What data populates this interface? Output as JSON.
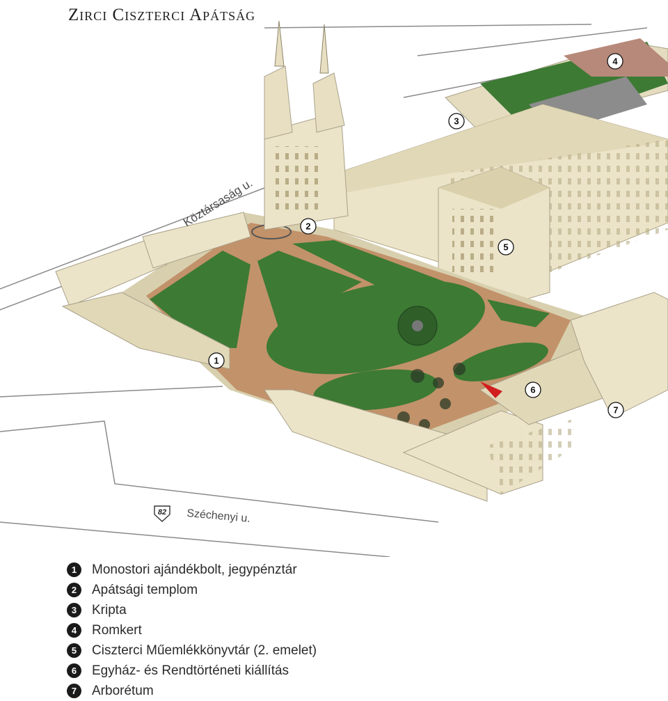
{
  "title": "Zirci Ciszterci Apátság",
  "streets": {
    "koztarsasag": "Köztársaság u.",
    "szechenyi": "Széchenyi u.",
    "route_number": "82"
  },
  "markers": [
    "1",
    "2",
    "3",
    "4",
    "5",
    "6",
    "7"
  ],
  "legend": [
    {
      "num": "1",
      "label": "Monostori ajándékbolt, jegypénztár"
    },
    {
      "num": "2",
      "label": "Apátsági templom"
    },
    {
      "num": "3",
      "label": "Kripta"
    },
    {
      "num": "4",
      "label": "Romkert"
    },
    {
      "num": "5",
      "label": "Ciszterci Műemlékkönyvtár (2. emelet)"
    },
    {
      "num": "6",
      "label": "Egyház- és Rendtörténeti kiállítás"
    },
    {
      "num": "7",
      "label": "Arborétum"
    }
  ],
  "colors": {
    "building": "#ece4c8",
    "building_shade": "#d8cfae",
    "lawn": "#3d7a34",
    "path": "#c2926a",
    "road_edge": "#8a8a8a",
    "pointer": "#d11e1e"
  },
  "icons": {
    "pointer": "red-arrow-icon",
    "route": "route-shield-icon"
  }
}
